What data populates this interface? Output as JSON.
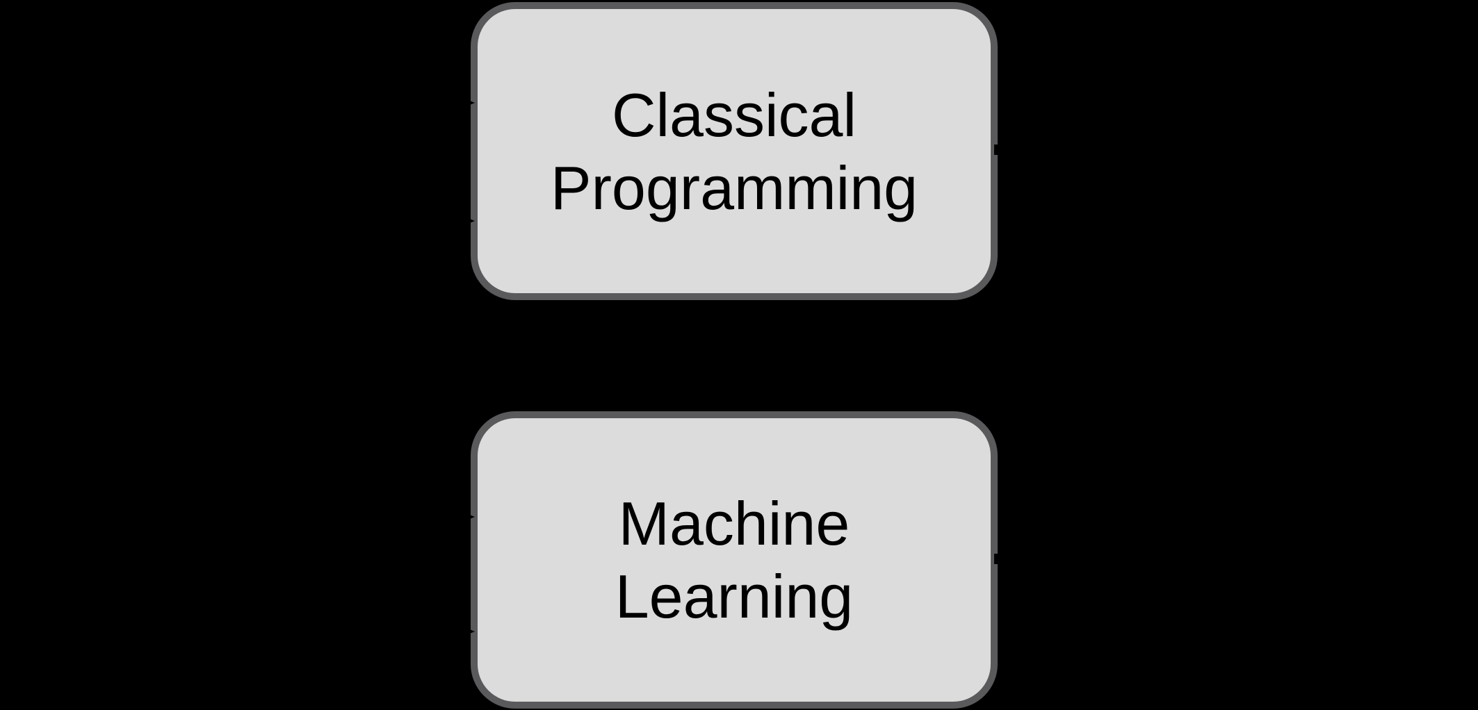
{
  "background_color": "#000000",
  "diagram": {
    "type": "flow-diagram",
    "nodes": [
      {
        "id": "classical-programming",
        "label_line1": "Classical",
        "label_line2": "Programming"
      },
      {
        "id": "machine-learning",
        "label_line1": "Machine",
        "label_line2": "Learning"
      }
    ],
    "connectors": {
      "classical_programming": {
        "left_input_arrowheads": 2,
        "right_output_stubs": 1
      },
      "machine_learning": {
        "left_input_arrowheads": 2,
        "right_output_stubs": 1
      },
      "direction": "left-to-right"
    },
    "colors": {
      "node_fill": "#dcdcdc",
      "node_border": "#5a5a5c",
      "label_text": "#000000",
      "arrowhead": "#000000",
      "background": "#000000"
    }
  }
}
